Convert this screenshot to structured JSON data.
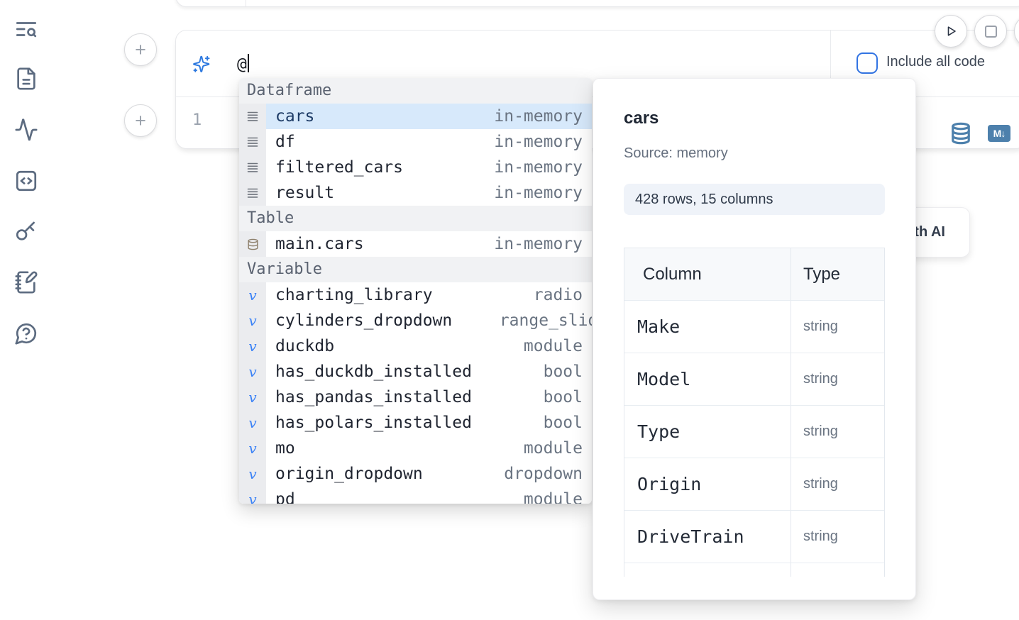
{
  "sidebar": {
    "icons": [
      "text-search-icon",
      "file-document-icon",
      "activity-icon",
      "code-square-icon",
      "key-icon",
      "notebook-pen-icon",
      "help-bubble-icon"
    ]
  },
  "cell": {
    "add_cell_above_label": "+",
    "add_cell_below_label": "+",
    "ai_prompt_value": "@",
    "include_all_code_label": "Include all code",
    "line_number": "1",
    "markdown_badge": "M↓"
  },
  "autocomplete": {
    "sections": [
      {
        "label": "Dataframe",
        "icon": "dataframe-icon",
        "items": [
          {
            "name": "cars",
            "type": "in-memory",
            "selected": true
          },
          {
            "name": "df",
            "type": "in-memory"
          },
          {
            "name": "filtered_cars",
            "type": "in-memory"
          },
          {
            "name": "result",
            "type": "in-memory"
          }
        ]
      },
      {
        "label": "Table",
        "icon": "database-icon",
        "items": [
          {
            "name": "main.cars",
            "type": "in-memory"
          }
        ]
      },
      {
        "label": "Variable",
        "icon": "variable-icon",
        "items": [
          {
            "name": "charting_library",
            "type": "radio"
          },
          {
            "name": "cylinders_dropdown",
            "type": "range_slider",
            "clipped": true
          },
          {
            "name": "duckdb",
            "type": "module"
          },
          {
            "name": "has_duckdb_installed",
            "type": "bool"
          },
          {
            "name": "has_pandas_installed",
            "type": "bool"
          },
          {
            "name": "has_polars_installed",
            "type": "bool"
          },
          {
            "name": "mo",
            "type": "module"
          },
          {
            "name": "origin_dropdown",
            "type": "dropdown"
          },
          {
            "name": "pd",
            "type": "module"
          }
        ]
      }
    ]
  },
  "preview_panel": {
    "title": "cars",
    "source": "Source: memory",
    "shape": "428 rows, 15 columns",
    "table": {
      "headers": [
        "Column",
        "Type"
      ],
      "rows": [
        [
          "Make",
          "string"
        ],
        [
          "Model",
          "string"
        ],
        [
          "Type",
          "string"
        ],
        [
          "Origin",
          "string"
        ],
        [
          "DriveTrain",
          "string"
        ]
      ]
    }
  },
  "generate_ai_label": "Generate with AI",
  "colors": {
    "accent_blue": "#3274e3",
    "steel_blue": "#4d80ac",
    "selected_row_bg": "#d7e9fb"
  }
}
